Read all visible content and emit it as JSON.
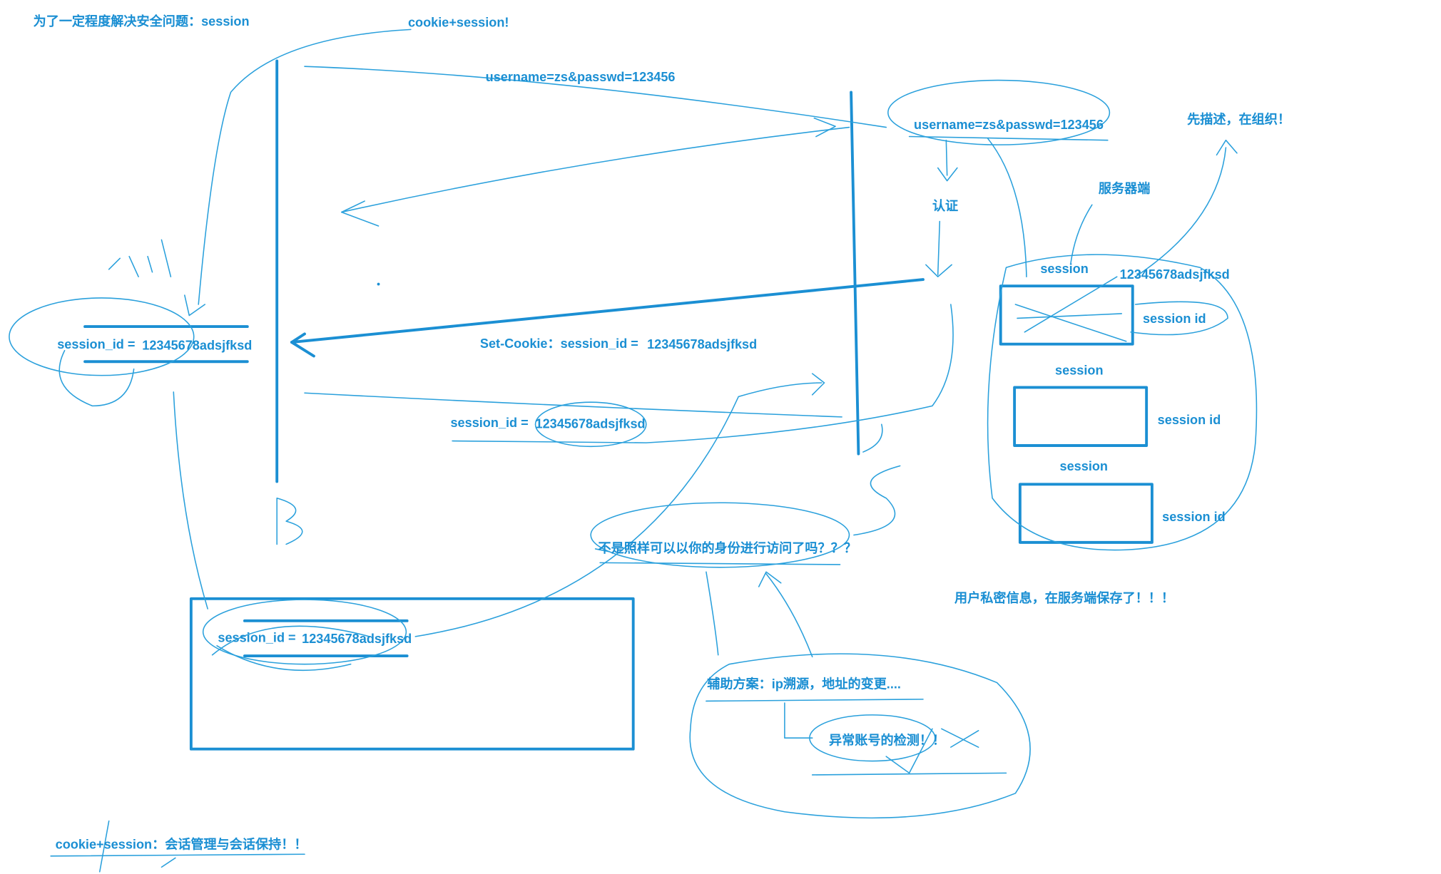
{
  "labels": {
    "title": "为了一定程度解决安全问题：session",
    "cookie_session_top": "cookie+session!",
    "request_client": "username=zs&passwd=123456",
    "request_server": "username=zs&passwd=123456",
    "describe_then_organize": "先描述，在组织！",
    "auth": "认证",
    "server_side": "服务器端",
    "session_1": "session",
    "session_1_value": "12345678adsjfksd",
    "session_id_1": "session id",
    "session_2": "session",
    "session_id_2": "session id",
    "session_3": "session",
    "session_id_3": "session id",
    "client_cookie_key": "session_id =",
    "client_cookie_value": "12345678adsjfksd",
    "set_cookie_prefix": "Set-Cookie：session_id =",
    "set_cookie_value": "12345678adsjfksd",
    "resend_key": "session_id =",
    "resend_value": "12345678adsjfksd",
    "stolen_key": "session_id =",
    "stolen_value": "12345678adsjfksd",
    "question": "不是照样可以以你的身份进行访问了吗？？？",
    "private_info_server": "用户私密信息，在服务端保存了！！！",
    "aux_plan": "辅助方案：ip溯源，地址的变更....",
    "abnormal_detect": "异常账号的检测！！",
    "session_mgmt": "cookie+session：会话管理与会话保持！！",
    "client_letter": "B"
  },
  "colors": {
    "ink": "#1b8fd3",
    "thin_ink": "#2aa0dc",
    "background": "#ffffff"
  }
}
